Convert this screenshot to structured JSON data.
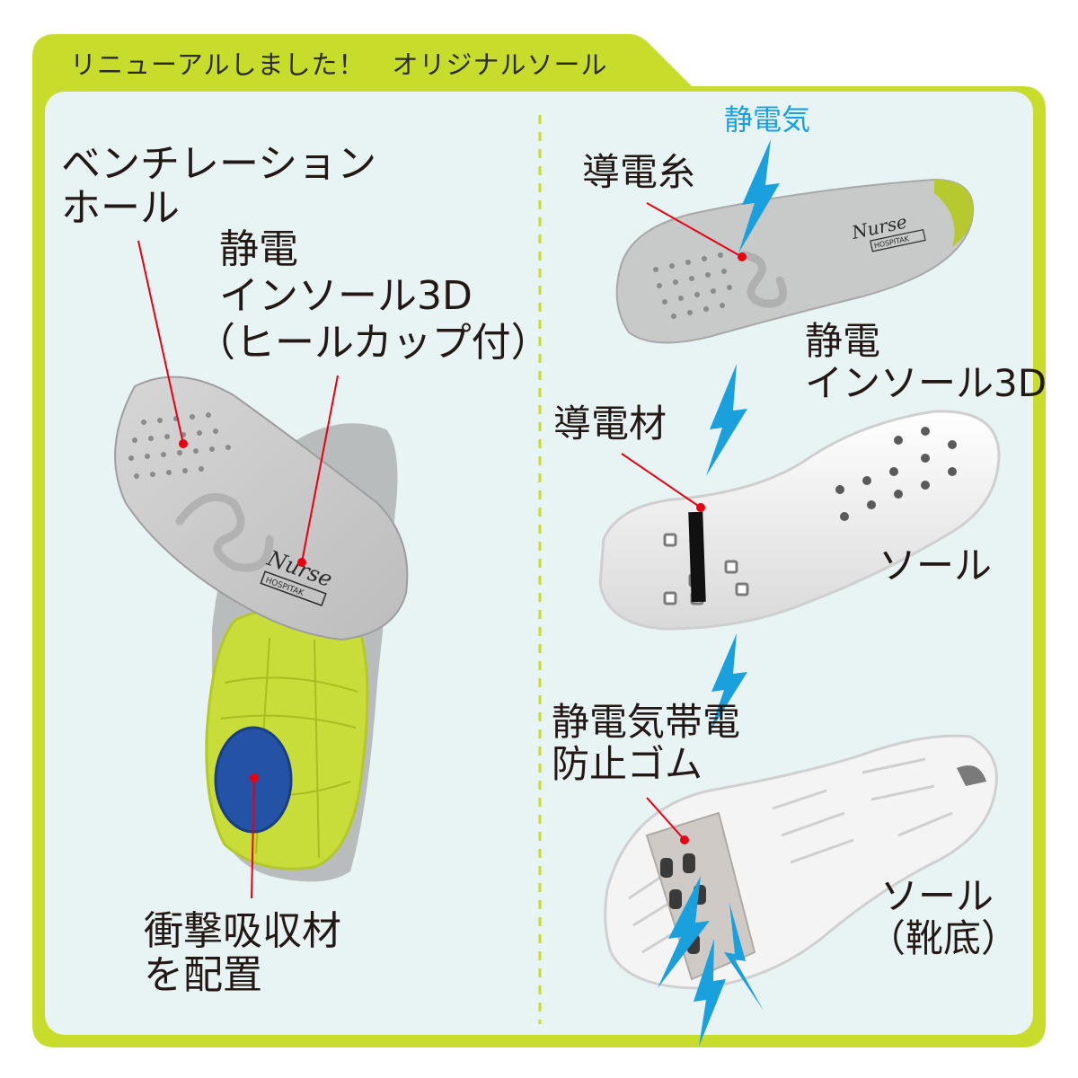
{
  "tab_title": "リニューアルしました！　オリジナルソール",
  "left": {
    "ventilation": [
      "ベンチレーション",
      "ホール"
    ],
    "insole_name": [
      "静電",
      "インソール3D",
      "（ヒールカップ付）"
    ],
    "shock": [
      "衝撃吸収材",
      "を配置"
    ]
  },
  "right": {
    "static_electricity": "静電気",
    "conductive_thread": "導電糸",
    "insole_name": [
      "静電",
      "インソール3D"
    ],
    "conductive_material": "導電材",
    "sole": "ソール",
    "antistatic_rubber": [
      "静電気帯電",
      "防止ゴム"
    ],
    "outsole": [
      "ソール",
      "（靴底）"
    ]
  },
  "brand": {
    "logo": "Nurse",
    "sub": "HOSPITAK"
  },
  "colors": {
    "accent_green": "#c8dc2c",
    "panel_bg": "#e8f3f3",
    "leader_red": "#e60012",
    "bolt_blue": "#1aa0dc"
  }
}
